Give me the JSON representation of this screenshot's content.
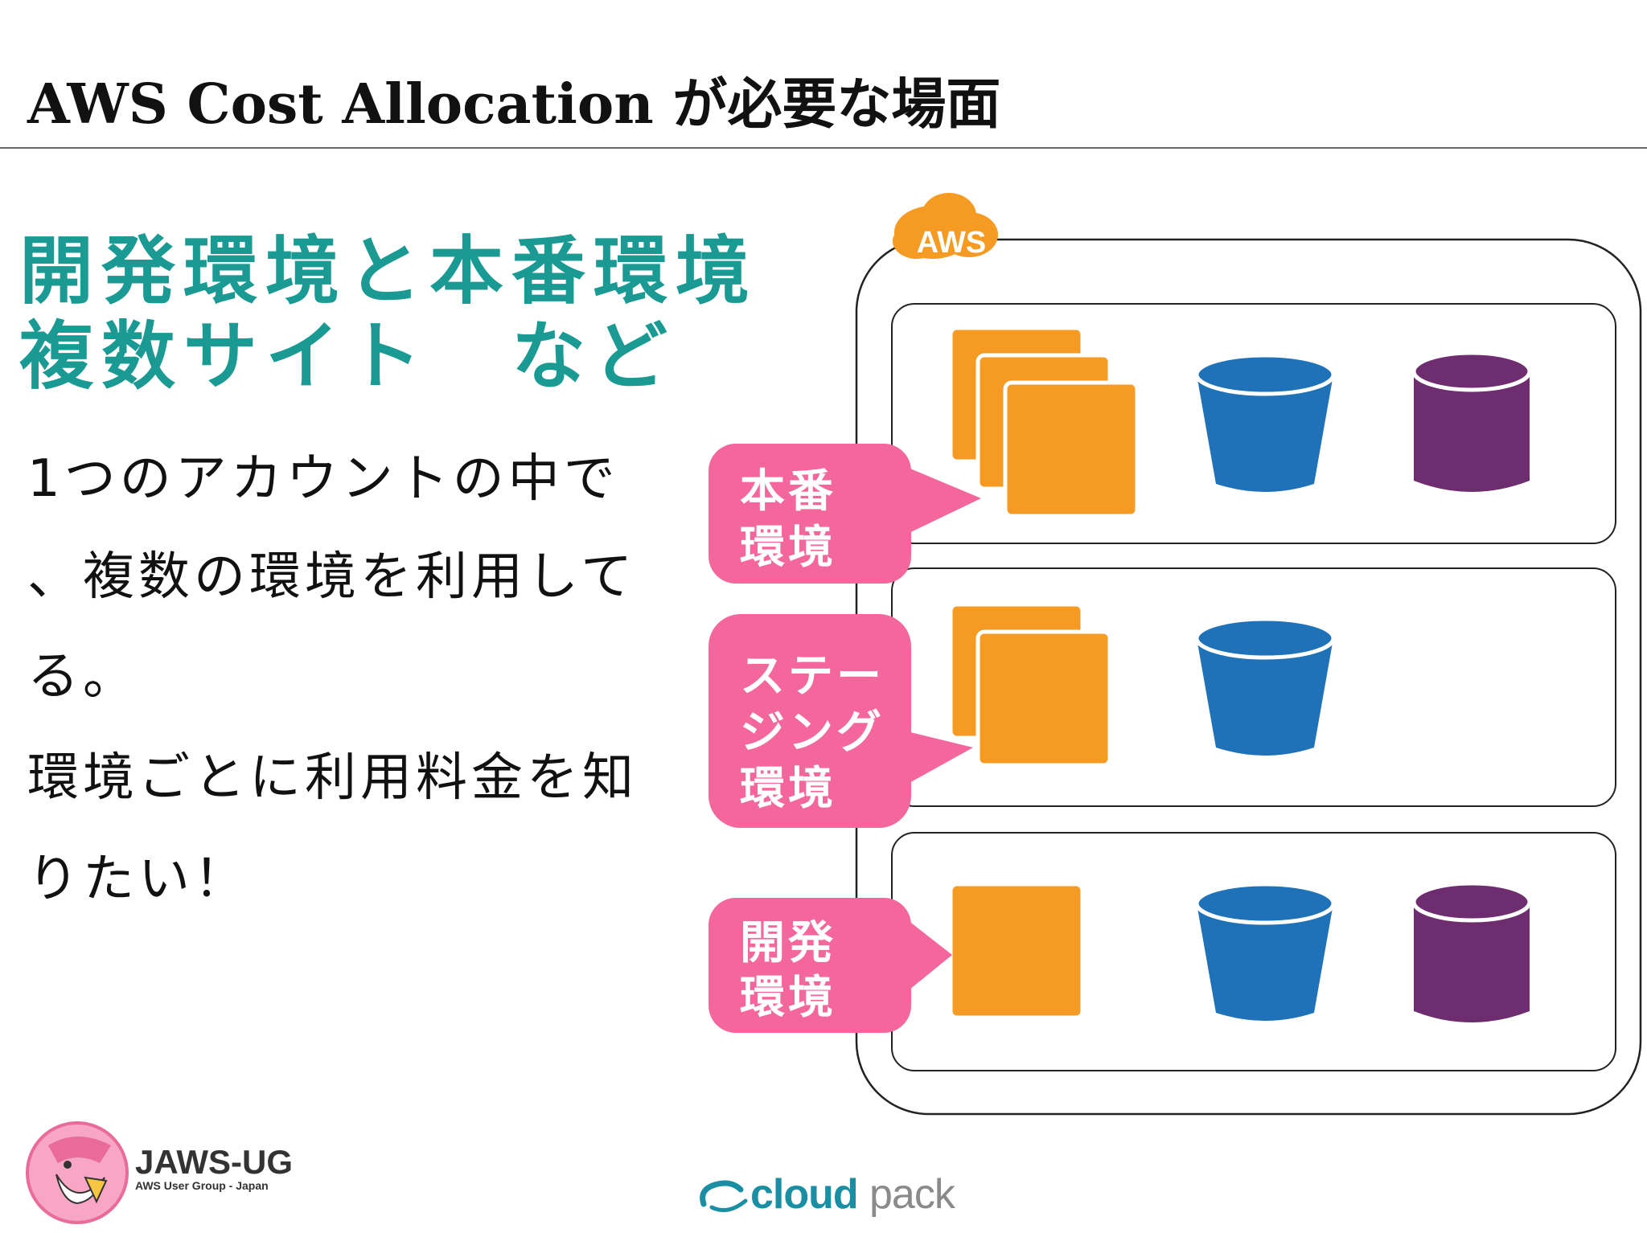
{
  "slide": {
    "title": "AWS Cost Allocation が必要な場面"
  },
  "subhead": {
    "line1": "開発環境と本番環境",
    "line2": "複数サイト　など"
  },
  "body": {
    "lines": [
      "1つのアカウントの中で",
      "、複数の環境を利用して",
      "る。",
      "環境ごとに利用料金を知",
      "りたい！"
    ]
  },
  "diagram": {
    "aws_label": "AWS",
    "environments": [
      {
        "lines": [
          "本番",
          "環境"
        ],
        "servers": 3,
        "bucket": true,
        "database": true
      },
      {
        "lines": [
          "ステー",
          "ジング",
          "環境"
        ],
        "servers": 2,
        "bucket": true,
        "database": false
      },
      {
        "lines": [
          "開発",
          "環境"
        ],
        "servers": 1,
        "bucket": true,
        "database": true
      }
    ],
    "colors": {
      "server": "#f59b23",
      "bucket": "#1f72b8",
      "database": "#6e2d6e",
      "bubble": "#f3679d",
      "aws_tag": "#f59b23",
      "accent": "#1a9a93"
    },
    "icons": [
      "server-icon",
      "bucket-icon",
      "database-icon"
    ]
  },
  "footer": {
    "jaws_name": "JAWS-UG",
    "jaws_sub": "AWS User Group - Japan",
    "cloudpack_bold": "cloud",
    "cloudpack_light": "pack"
  }
}
